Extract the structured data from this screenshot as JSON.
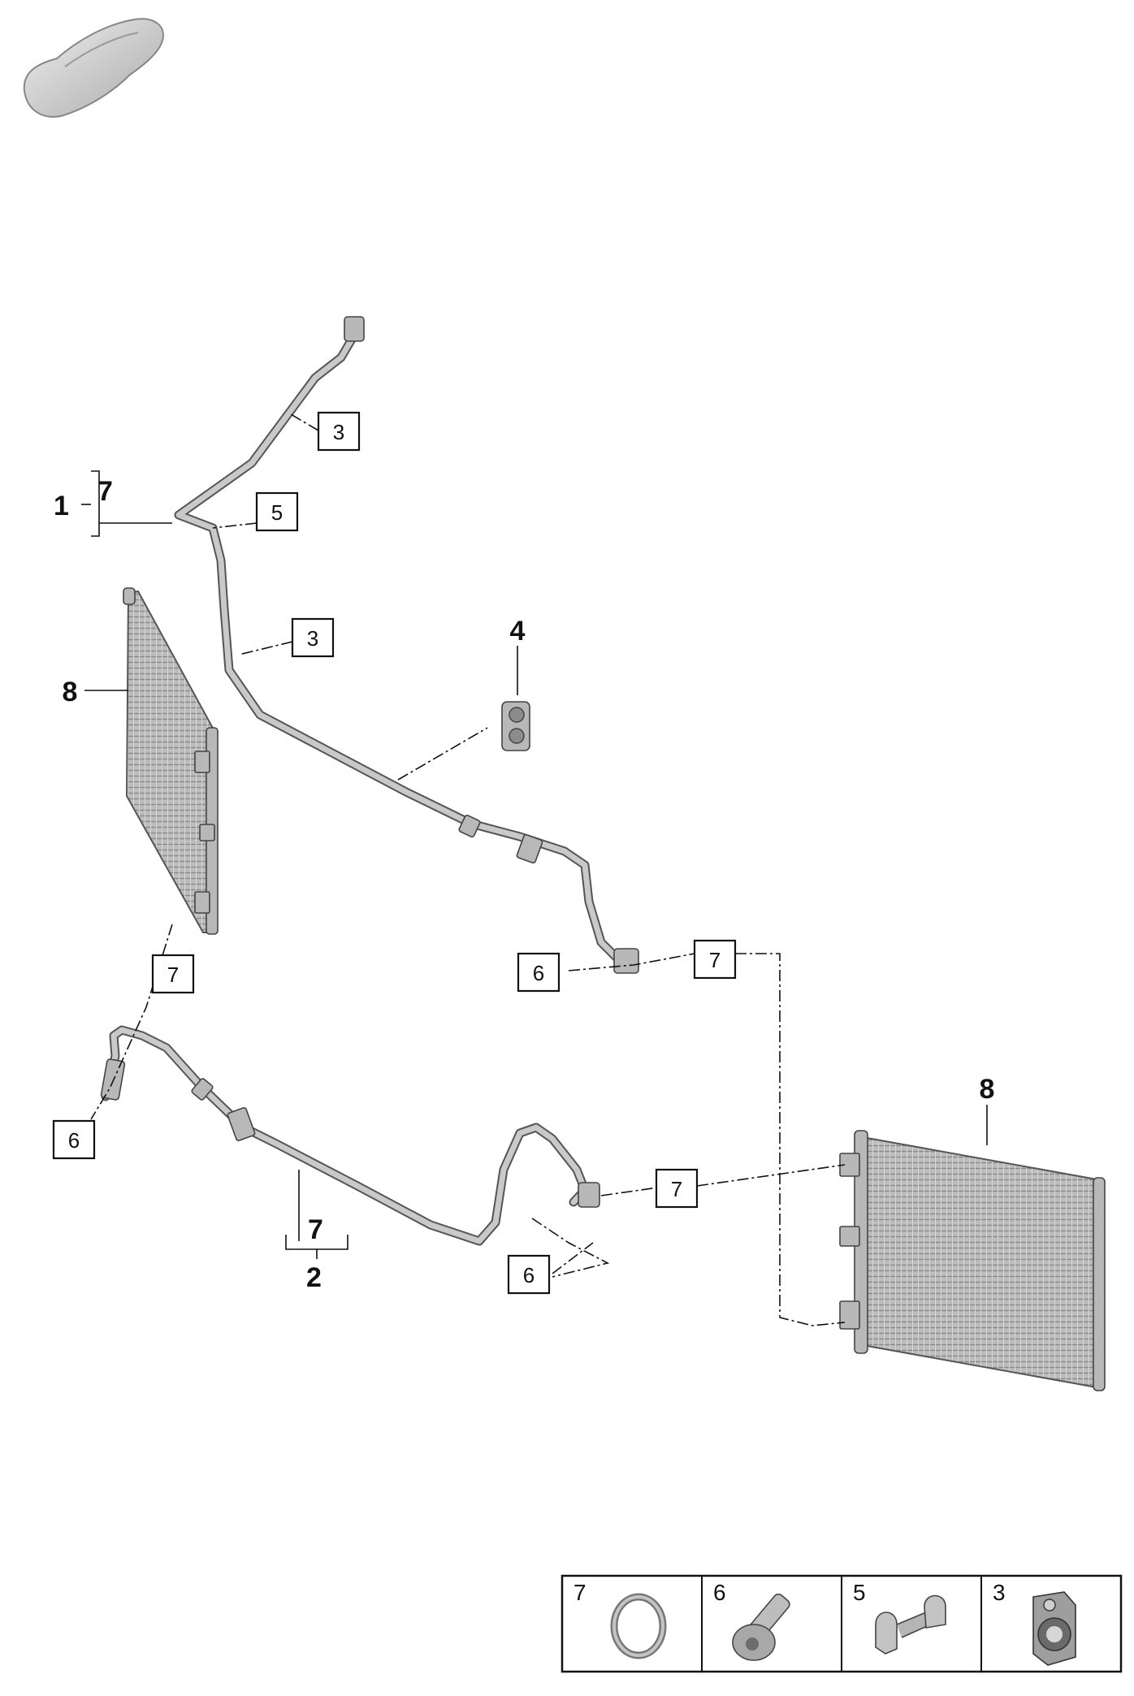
{
  "callouts": {
    "c1": "1",
    "c1_sub": "7",
    "c2": "2",
    "c2_sub": "7",
    "c3a": "3",
    "c3b": "3",
    "c4": "4",
    "c5": "5",
    "c6a": "6",
    "c6b": "6",
    "c6c": "6",
    "c7a": "7",
    "c7b": "7",
    "c7c": "7",
    "c8a": "8",
    "c8b": "8"
  },
  "legend": [
    {
      "num": "7",
      "icon": "o-ring-seal-icon"
    },
    {
      "num": "6",
      "icon": "bolt-icon"
    },
    {
      "num": "5",
      "icon": "pipe-clip-icon"
    },
    {
      "num": "3",
      "icon": "pipe-holder-icon"
    }
  ],
  "colors": {
    "line": "#111111",
    "part_fill": "#b8b8b8",
    "part_stroke": "#444444"
  }
}
